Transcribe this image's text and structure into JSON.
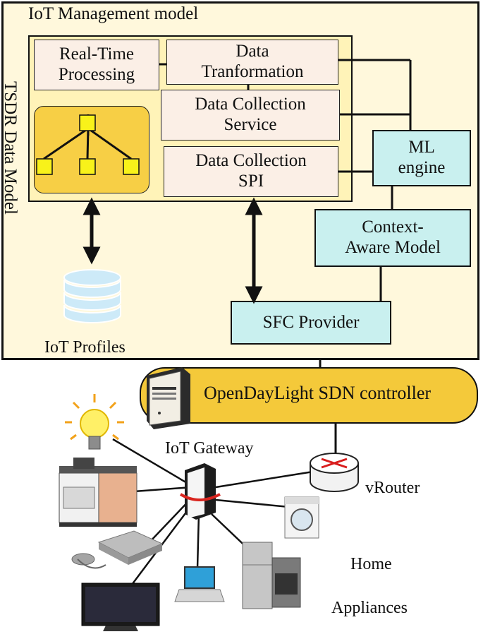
{
  "outer_label": "IoT Management model",
  "side_label": "TSDR Data Model",
  "blocks": {
    "realtime": [
      "Real-Time",
      "Processing"
    ],
    "transform": [
      "Data",
      "Tranformation"
    ],
    "collection_service": [
      "Data Collection",
      "Service"
    ],
    "collection_spi": [
      "Data Collection",
      "SPI"
    ],
    "ml_engine": [
      "ML",
      "engine"
    ],
    "context_aware": [
      "Context-",
      "Aware Model"
    ],
    "sfc_provider": "SFC Provider"
  },
  "profiles_label": "IoT Profiles",
  "controller_label": "OpenDayLight SDN controller",
  "gateway_label": "IoT Gateway",
  "router_label": "vRouter",
  "home_label": "Home",
  "appliances_label": "Appliances",
  "colors": {
    "outer_bg": "#fff8dc",
    "tsdr_bg": "#fff3b8",
    "tree_bg": "#f7cf45",
    "node_fill": "#f8f21a",
    "proc_bg": "#fbefe6",
    "cyan_bg": "#c9f0ef",
    "controller_bg": "#f4c93a",
    "db_color": "#cdeaf8"
  },
  "icons": [
    "tree-hierarchy-icon",
    "database-icon",
    "server-icon",
    "light-bulb-icon",
    "stove-icon",
    "game-console-icon",
    "television-icon",
    "laptop-icon",
    "refrigerator-icon",
    "washing-machine-icon",
    "router-icon",
    "gateway-device-icon"
  ]
}
